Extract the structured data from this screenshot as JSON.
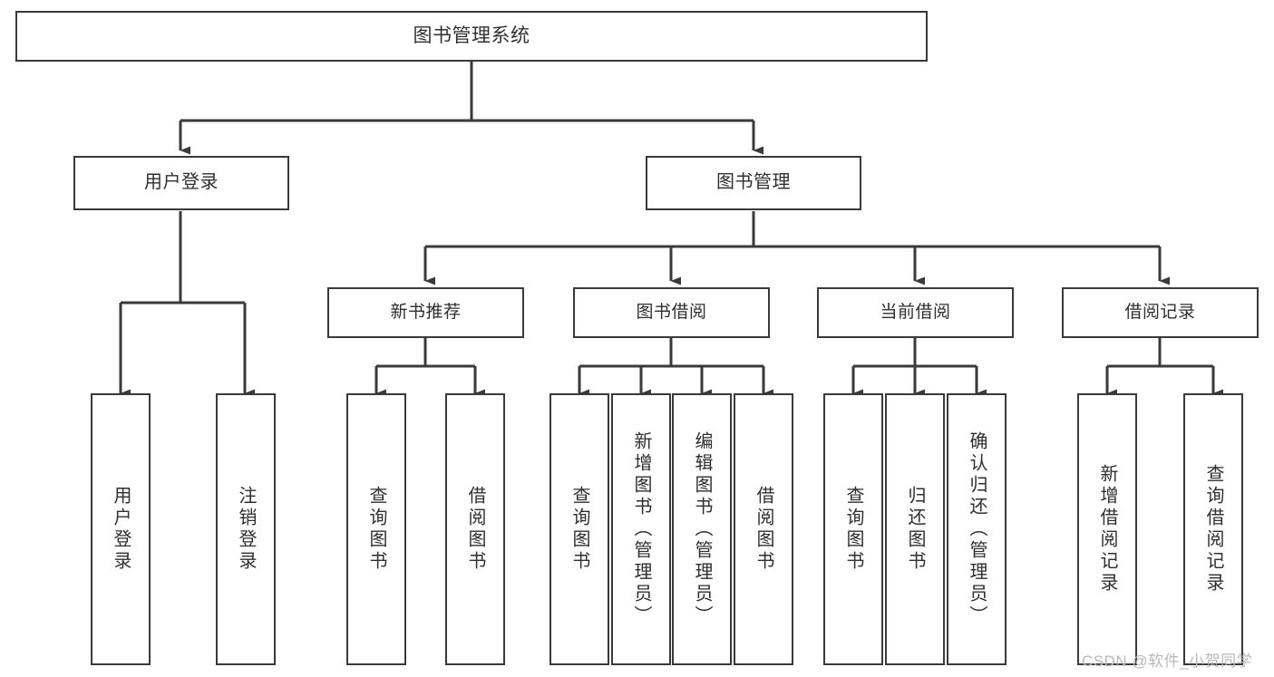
{
  "diagram": {
    "title": "图书管理系统",
    "type": "hierarchy-tree",
    "root": {
      "label": "图书管理系统"
    },
    "level1": [
      {
        "label": "用户登录"
      },
      {
        "label": "图书管理"
      }
    ],
    "level2": [
      {
        "label": "新书推荐"
      },
      {
        "label": "图书借阅"
      },
      {
        "label": "当前借阅"
      },
      {
        "label": "借阅记录"
      }
    ],
    "leaves": {
      "user_login": [
        {
          "label": "用户登录"
        },
        {
          "label": "注销登录"
        }
      ],
      "new_book_recommend": [
        {
          "label": "查询图书"
        },
        {
          "label": "借阅图书"
        }
      ],
      "book_borrow": [
        {
          "label": "查询图书"
        },
        {
          "label": "新增图书（管理员）"
        },
        {
          "label": "编辑图书（管理员）"
        },
        {
          "label": "借阅图书"
        }
      ],
      "current_borrow": [
        {
          "label": "查询图书"
        },
        {
          "label": "归还图书"
        },
        {
          "label": "确认归还（管理员）"
        }
      ],
      "borrow_record": [
        {
          "label": "新增借阅记录"
        },
        {
          "label": "查询借阅记录"
        }
      ]
    }
  },
  "watermark": {
    "text": "CSDN @软件_小贺同学"
  },
  "colors": {
    "border": "#3a3a3a",
    "text": "#2f2f2f",
    "background": "#ffffff",
    "watermark": "#b9b9b9"
  }
}
